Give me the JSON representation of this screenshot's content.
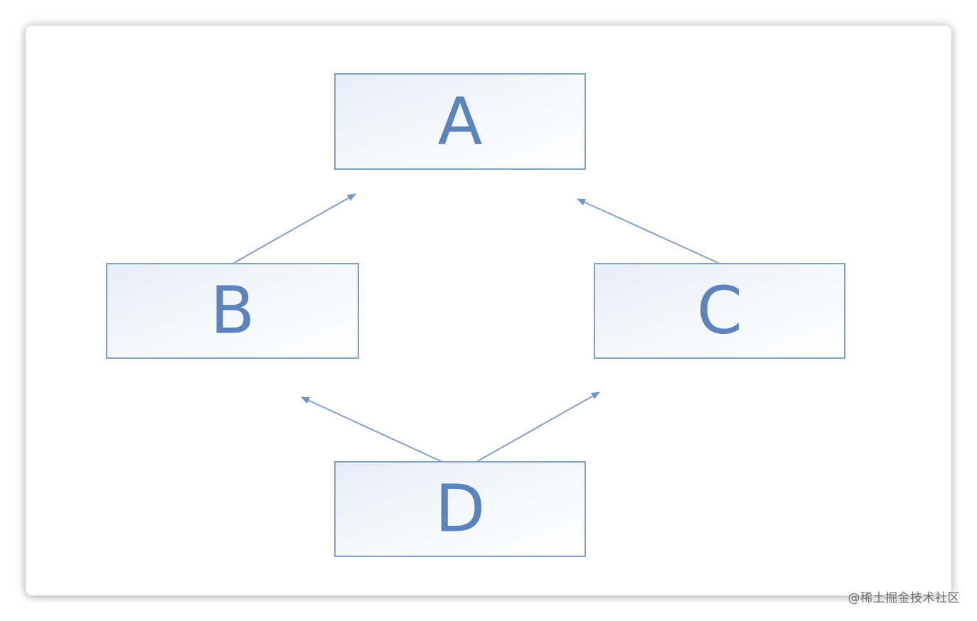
{
  "diagram": {
    "nodes": [
      {
        "id": "A",
        "label": "A"
      },
      {
        "id": "B",
        "label": "B"
      },
      {
        "id": "C",
        "label": "C"
      },
      {
        "id": "D",
        "label": "D"
      }
    ],
    "edges": [
      {
        "from": "B",
        "to": "A"
      },
      {
        "from": "C",
        "to": "A"
      },
      {
        "from": "D",
        "to": "B"
      },
      {
        "from": "D",
        "to": "C"
      }
    ],
    "colors": {
      "box_border": "#7ea1cf",
      "box_fill_start": "#e6edf7",
      "box_fill_end": "#ffffff",
      "label": "#5b83bd",
      "arrow": "#7ea1cf"
    }
  },
  "watermark": {
    "text": "@稀土掘金技术社区"
  }
}
